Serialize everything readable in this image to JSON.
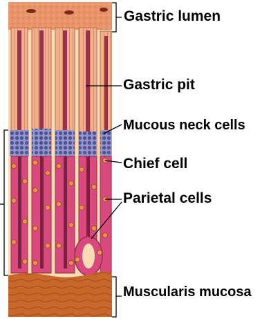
{
  "labels": {
    "gastric_lumen": "Gastric  lumen",
    "gastric_pit": "Gastric pit",
    "mucous_neck_cells": "Mucous neck cells",
    "chief_cell": "Chief cell",
    "parietal_cells": "Parietal cells",
    "muscularis_mucosa": "Muscularis mucosa"
  },
  "colors": {
    "lumen_surface": "#e8956a",
    "lumen_dots": "#b5543a",
    "epithelium_cells": "#f1b08a",
    "cell_outline": "#b86a4e",
    "pit_lumen": "#9c2f4f",
    "lamina_propria": "#f8ddb4",
    "mucous_neck_cells": "#5a62a8",
    "parietal_cells": "#d9497e",
    "chief_nuclei": "#e9934a",
    "muscularis": "#c8672a",
    "label_text": "#000000"
  }
}
